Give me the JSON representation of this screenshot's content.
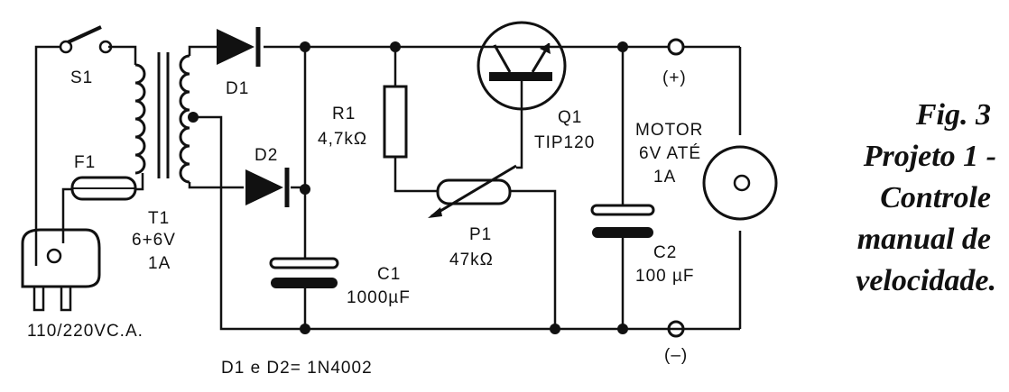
{
  "labels": {
    "s1": "S1",
    "f1": "F1",
    "t1_name": "T1",
    "t1_value": "6+6V",
    "t1_current": "1A",
    "plug": "110/220VC.A.",
    "d1": "D1",
    "d2": "D2",
    "r1_name": "R1",
    "r1_value": "4,7kΩ",
    "c1_name": "C1",
    "c1_value": "1000µF",
    "q1_name": "Q1",
    "q1_value": "TIP120",
    "p1_name": "P1",
    "p1_value": "47kΩ",
    "c2_name": "C2",
    "c2_value": "100 µF",
    "motor_1": "MOTOR",
    "motor_2": "6V ATÉ",
    "motor_3": "1A",
    "plus": "(+)",
    "minus": "(–)",
    "diodes_note": "D1 e D2= 1N4002"
  },
  "caption": {
    "line1": "Fig. 3",
    "line2": "Projeto 1 -",
    "line3": "Controle",
    "line4": "manual de",
    "line5": "velocidade."
  }
}
